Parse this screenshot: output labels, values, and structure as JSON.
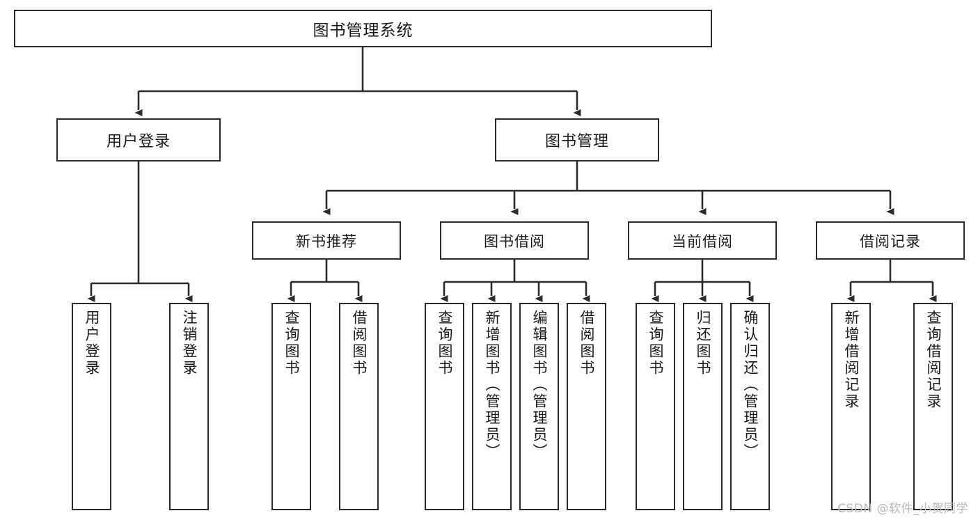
{
  "diagram": {
    "title": "图书管理系统",
    "type": "tree-hierarchy",
    "watermark": "CSDN @软件_小贺同学",
    "colors": {
      "stroke": "#2b2b2b",
      "fill": "#ffffff",
      "text": "#1a1a1a",
      "watermark": "#b9b9b9"
    }
  },
  "nodes": {
    "root": {
      "label": "图书管理系统"
    },
    "level2": [
      {
        "id": "user-login",
        "label": "用户登录"
      },
      {
        "id": "book-manage",
        "label": "图书管理"
      }
    ],
    "level3": [
      {
        "id": "new-book-recommend",
        "label": "新书推荐"
      },
      {
        "id": "book-borrow",
        "label": "图书借阅"
      },
      {
        "id": "current-borrow",
        "label": "当前借阅"
      },
      {
        "id": "borrow-record",
        "label": "借阅记录"
      }
    ],
    "leaves": [
      {
        "id": "leaf-user-login",
        "label": "用户登录",
        "parent": "user-login"
      },
      {
        "id": "leaf-logout-login",
        "label": "注销登录",
        "parent": "user-login"
      },
      {
        "id": "leaf-query-book-1",
        "label": "查询图书",
        "parent": "new-book-recommend"
      },
      {
        "id": "leaf-borrow-book-1",
        "label": "借阅图书",
        "parent": "new-book-recommend"
      },
      {
        "id": "leaf-query-book-2",
        "label": "查询图书",
        "parent": "book-borrow"
      },
      {
        "id": "leaf-add-book",
        "label": "新增图书（管理员）",
        "parent": "book-borrow"
      },
      {
        "id": "leaf-edit-book",
        "label": "编辑图书（管理员）",
        "parent": "book-borrow"
      },
      {
        "id": "leaf-borrow-book-2",
        "label": "借阅图书",
        "parent": "book-borrow"
      },
      {
        "id": "leaf-query-book-3",
        "label": "查询图书",
        "parent": "current-borrow"
      },
      {
        "id": "leaf-return-book",
        "label": "归还图书",
        "parent": "current-borrow"
      },
      {
        "id": "leaf-confirm-return",
        "label": "确认归还（管理员）",
        "parent": "current-borrow"
      },
      {
        "id": "leaf-add-record",
        "label": "新增借阅记录",
        "parent": "borrow-record"
      },
      {
        "id": "leaf-query-record",
        "label": "查询借阅记录",
        "parent": "borrow-record"
      }
    ]
  }
}
